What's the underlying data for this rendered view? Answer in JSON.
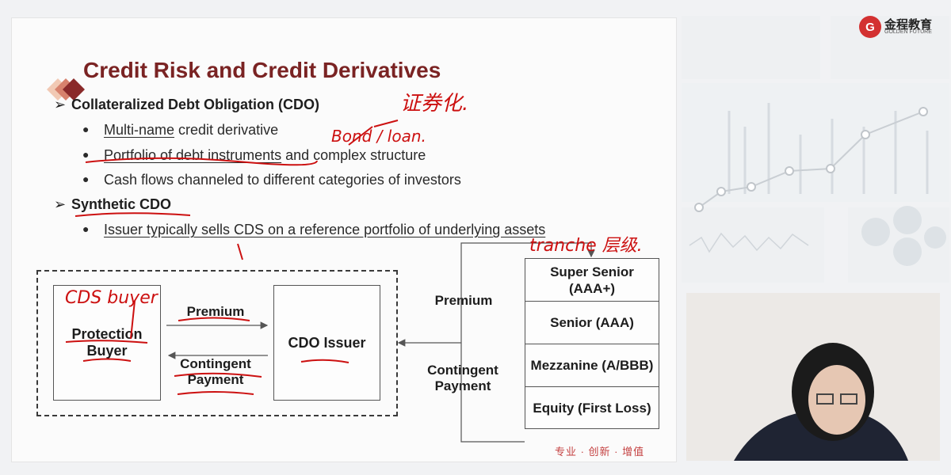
{
  "slide": {
    "title": "Credit Risk and Credit Derivatives",
    "bullets": [
      {
        "text": "Collateralized Debt Obligation (CDO)"
      },
      {
        "underlined": "Multi-name",
        "rest": " credit derivative"
      },
      {
        "underlined": "Portfolio of debt instruments",
        "rest": " and complex structure"
      },
      {
        "text": "Cash flows channeled to different categories of investors"
      },
      {
        "text": "Synthetic CDO"
      },
      {
        "underlined": "Issuer typically sells CDS on a reference portfolio of underlying assets"
      }
    ],
    "bullet_glyph": "●",
    "arrow_glyph": "➢",
    "diagram": {
      "protection_buyer": "Protection Buyer",
      "cdo_issuer": "CDO Issuer",
      "premium_left": "Premium",
      "contingent_left": "Contingent Payment",
      "premium_right": "Premium",
      "contingent_right": "Contingent Payment",
      "tranches": [
        "Super Senior (AAA+)",
        "Senior (AAA)",
        "Mezzanine (A/BBB)",
        "Equity (First Loss)"
      ]
    },
    "footer": "专业 · 创新 · 增值"
  },
  "annotations": {
    "securitization": "证券化.",
    "bond_loan": "Bond / loan.",
    "cds_buyer": "CDS buyer",
    "tranche": "tranche 层级."
  },
  "logo": {
    "name": "金程教育",
    "sub": "GOLDEN FUTURE"
  },
  "colors": {
    "title": "#7a2323",
    "annotation": "#cc1010",
    "logo": "#d33131"
  }
}
